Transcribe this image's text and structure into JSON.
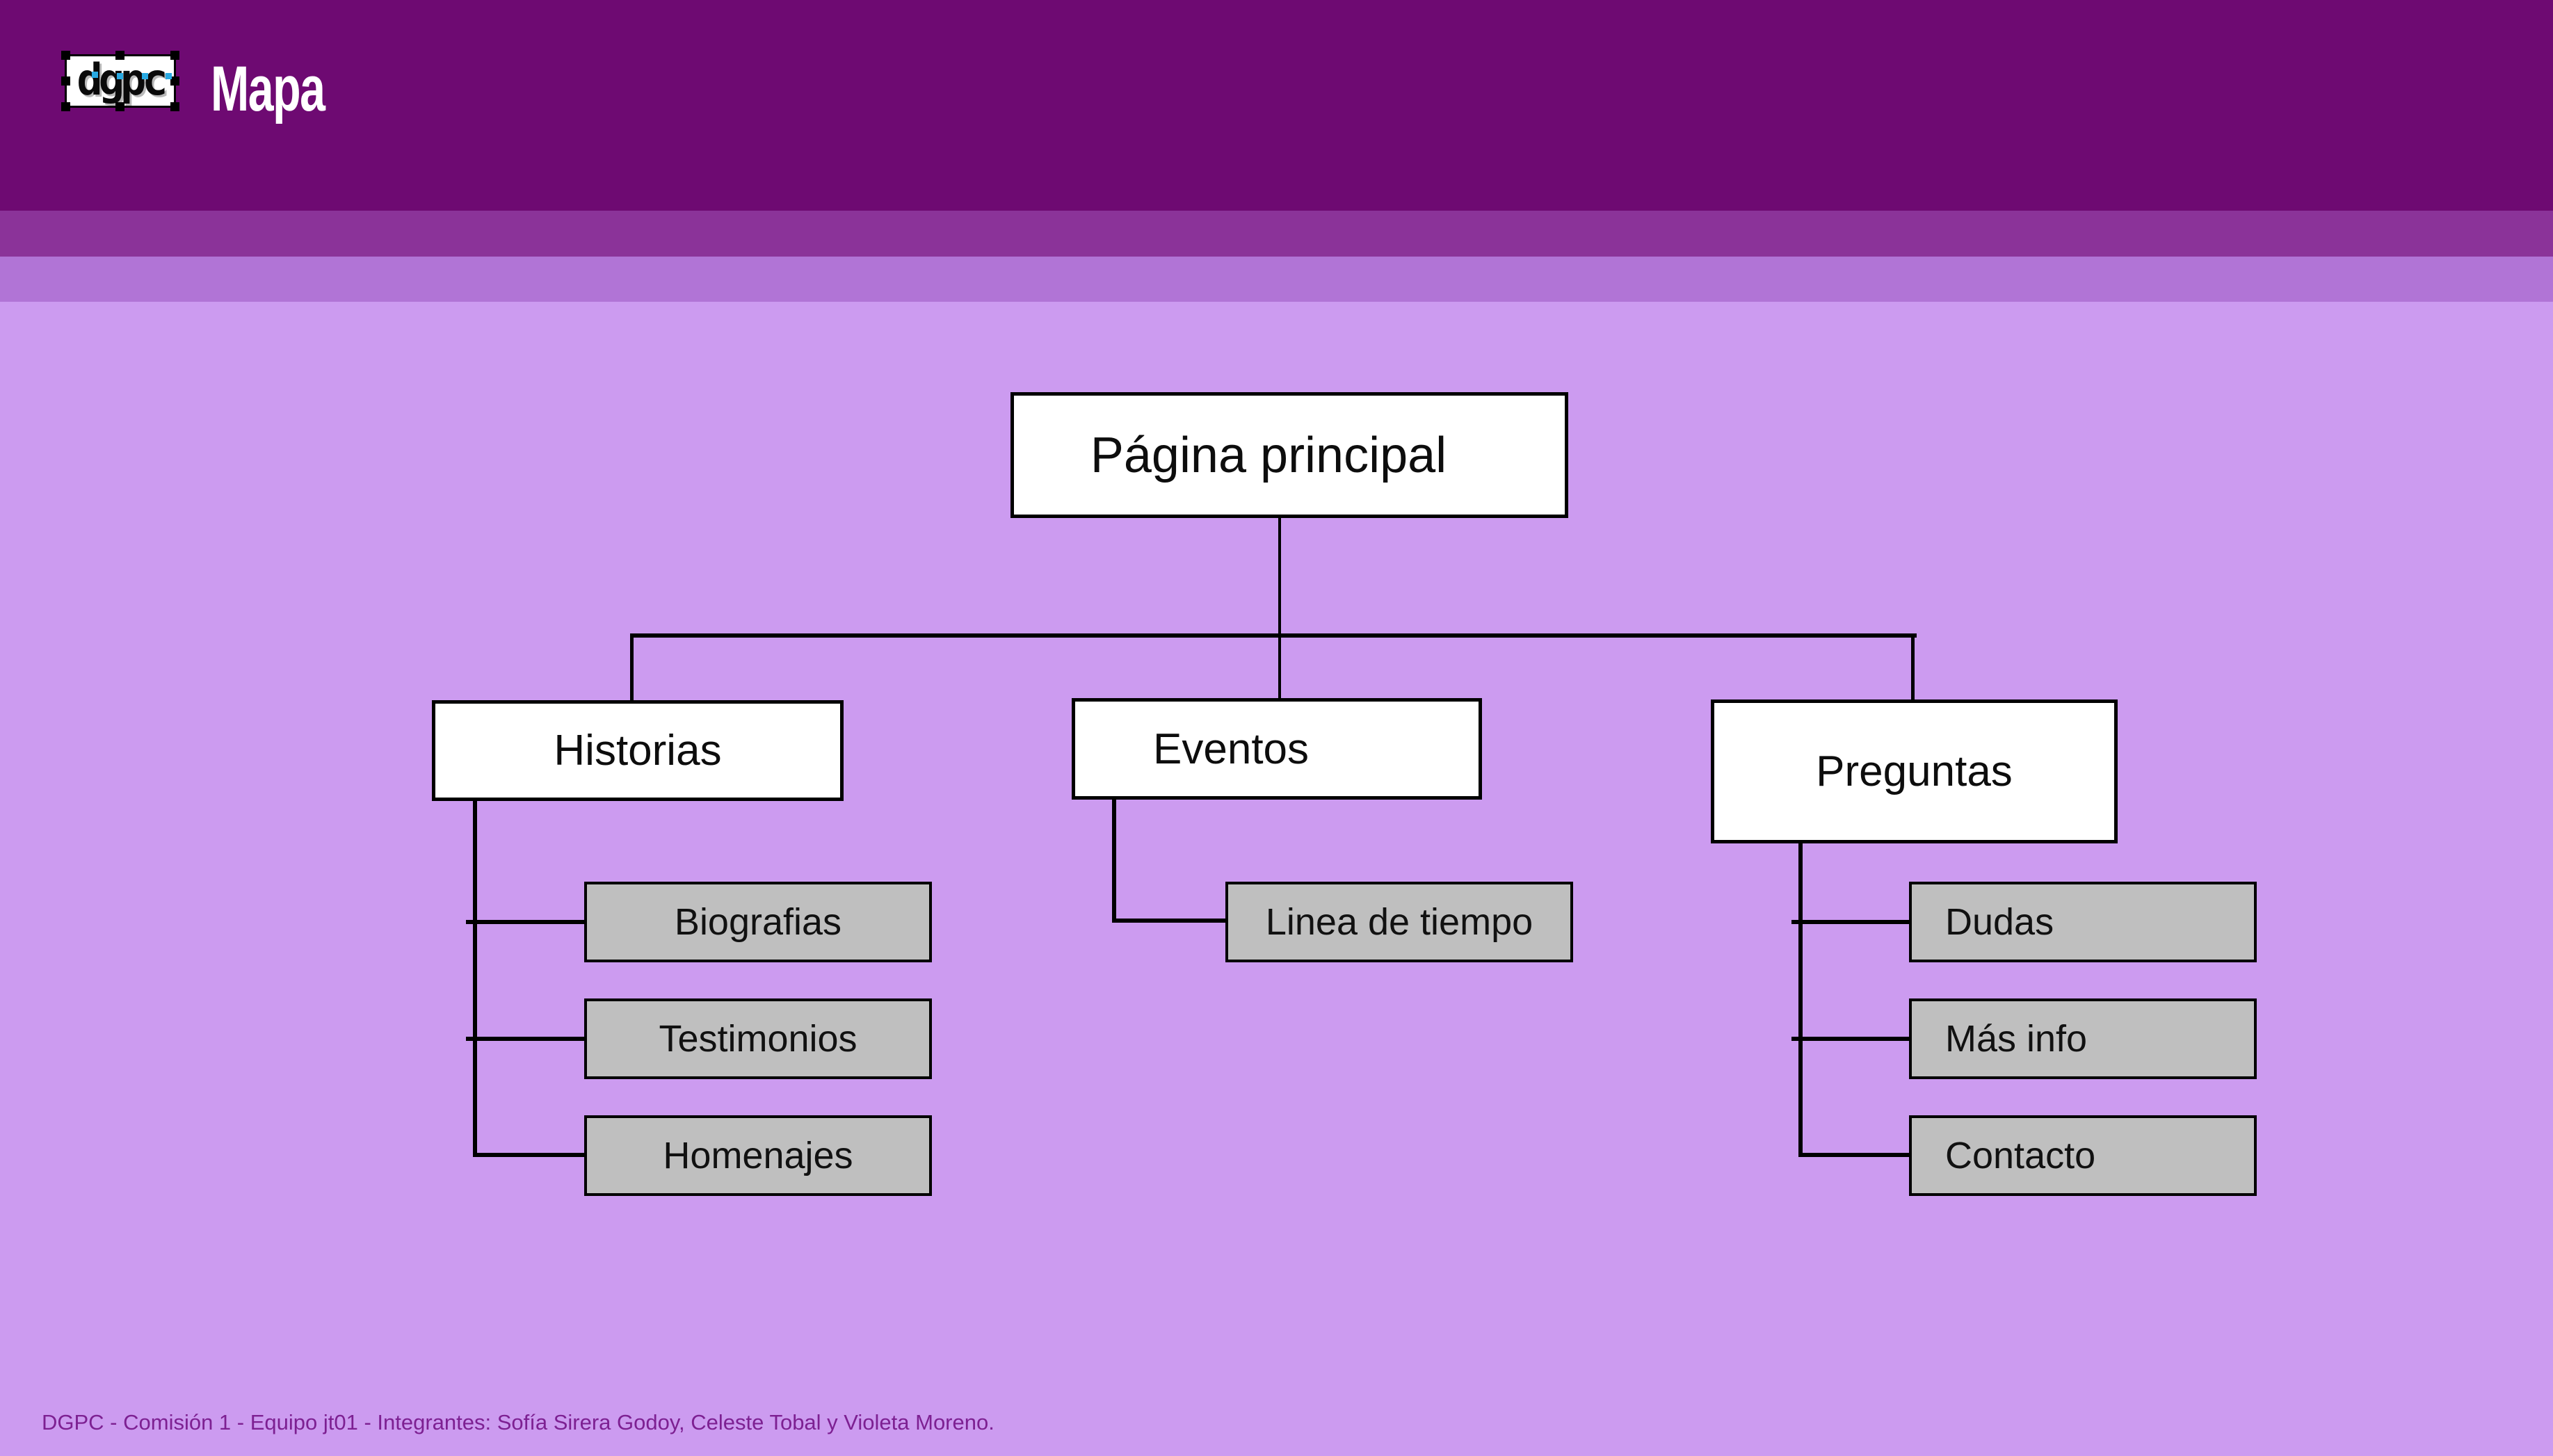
{
  "header": {
    "logo_text": "dgpc",
    "title": "Mapa"
  },
  "colors": {
    "header_bg": "#6e0a72",
    "band2_bg": "#8b3399",
    "band3_bg": "#b174d6",
    "body_bg": "#cc9bf0",
    "line": "#000000",
    "node_fill": "#ffffff",
    "child_fill": "#bfbfbf",
    "footer_text": "#7d2092",
    "logo_accent": "#29aae3"
  },
  "sitemap": {
    "root": {
      "label": "Página principal"
    },
    "branches": [
      {
        "label": "Historias",
        "children": [
          {
            "label": "Biografias"
          },
          {
            "label": "Testimonios"
          },
          {
            "label": "Homenajes"
          }
        ]
      },
      {
        "label": "Eventos",
        "children": [
          {
            "label": "Linea de tiempo"
          }
        ]
      },
      {
        "label": "Preguntas",
        "children": [
          {
            "label": "Dudas"
          },
          {
            "label": "Más info"
          },
          {
            "label": "Contacto"
          }
        ]
      }
    ]
  },
  "footer": {
    "text": "DGPC - Comisión 1 - Equipo jt01 - Integrantes: Sofía Sirera Godoy, Celeste Tobal y Violeta Moreno."
  }
}
